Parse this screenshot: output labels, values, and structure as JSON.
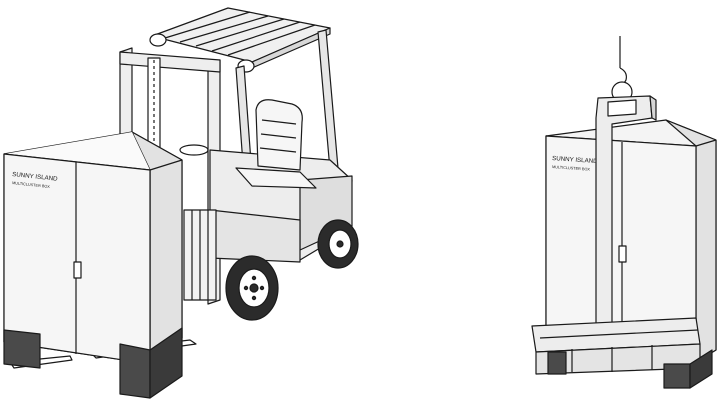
{
  "illustrations": [
    {
      "id": "forklift-transport",
      "cabinet_label_line1": "SUNNY ISLAND",
      "cabinet_label_line2": "MULTICLUSTER BOX"
    },
    {
      "id": "crane-transport",
      "cabinet_label_line1": "SUNNY ISLAND",
      "cabinet_label_line2": "MULTICLUSTER BOX"
    }
  ],
  "colors": {
    "line": "#1a1a1a",
    "cabinet": "#f4f4f4",
    "cabinet_side": "#e2e2e2",
    "plinth": "#4a4a4a",
    "machine": "#ededed",
    "tire": "#2b2b2b"
  }
}
